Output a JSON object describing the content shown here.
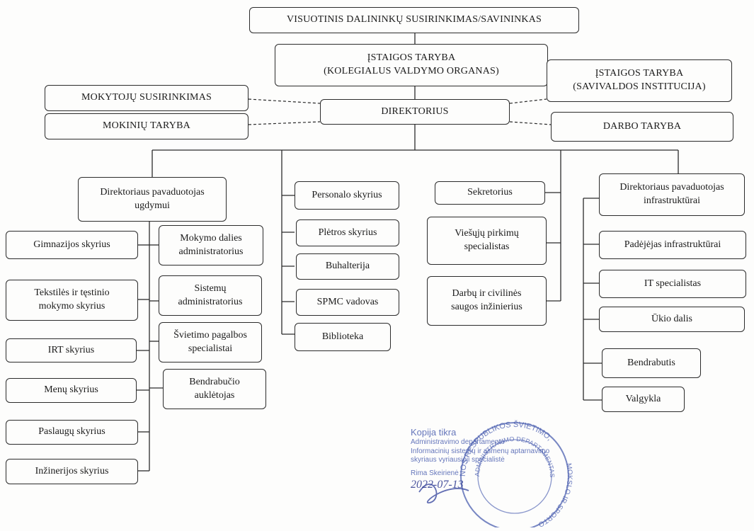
{
  "nodes": {
    "visuotinis": "VISUOTINIS DALININKŲ SUSIRINKIMAS/SAVININKAS",
    "istaigos_taryba_kolegialus": "ĮSTAIGOS TARYBA\n(KOLEGIALUS VALDYMO ORGANAS)",
    "istaigos_taryba_savivaldos": "ĮSTAIGOS TARYBA\n(SAVIVALDOS INSTITUCIJA)",
    "mokytoju_susirinkimas": "MOKYTOJŲ SUSIRINKIMAS",
    "mokiniu_taryba": "MOKINIŲ TARYBA",
    "direktorius": "DIREKTORIUS",
    "darbo_taryba": "DARBO TARYBA",
    "pavaduotojas_ugdymui": "Direktoriaus pavaduotojas\nugdymui",
    "personalo_skyrius": "Personalo skyrius",
    "sekretorius": "Sekretorius",
    "pavaduotojas_infrastrukturai": "Direktoriaus pavaduotojas\ninfrastruktūrai",
    "gimnazijos_skyrius": "Gimnazijos skyrius",
    "mokymo_dalies_admin": "Mokymo dalies\nadministratorius",
    "pletros_skyrius": "Plėtros skyrius",
    "viesuju_pirkimu": "Viešųjų pirkimų\nspecialistas",
    "padejejas_infrastrukturai": "Padėjėjas infrastruktūrai",
    "tekstiles_skyrius": "Tekstilės ir tęstinio\nmokymo skyrius",
    "sistemu_admin": "Sistemų\nadministratorius",
    "buhalterija": "Buhalterija",
    "darbu_civilines": "Darbų ir civilinės\nsaugos inžinierius",
    "it_specialistas": "IT specialistas",
    "spmc_vadovas": "SPMC vadovas",
    "ukio_dalis": "Ūkio dalis",
    "svietimo_pagalbos": "Švietimo pagalbos\nspecialistai",
    "irt_skyrius": "IRT skyrius",
    "biblioteka": "Biblioteka",
    "bendrabucio_aukletojas": "Bendrabučio\nauklėtojas",
    "bendrabutis": "Bendrabutis",
    "menu_skyrius": "Menų skyrius",
    "valgykla": "Valgykla",
    "paslaugu_skyrius": "Paslaugų skyrius",
    "inzinerijos_skyrius": "Inžinerijos skyrius"
  },
  "stamp": {
    "ring_top": "NOS RESPUBLIKOS ŠVIETIMO,",
    "ring_inner": "ADMINISTRAVIMO DEPARTAMENTAS",
    "ring_side": "MOKSLO IR SPORTO",
    "copy_lines": [
      "Kopija tikra",
      "Administravimo departamento",
      "Informacinių sistemų ir asmenų aptarnavimo",
      "skyriaus vyriausioji specialistė",
      "Rima Skeirienė",
      "2022-07-13"
    ]
  },
  "colors": {
    "line": "#2b2b2b",
    "stamp": "#4b5fb0"
  }
}
